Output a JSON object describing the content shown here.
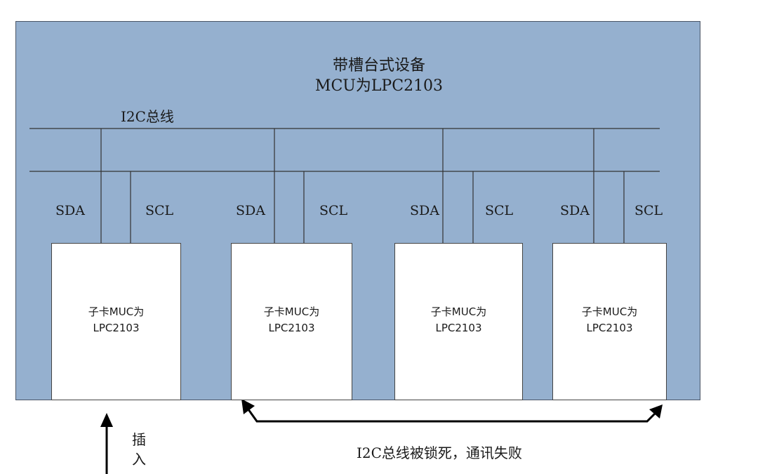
{
  "device": {
    "title_line1": "带槽台式设备",
    "title_line2": "MCU为LPC2103"
  },
  "bus": {
    "label": "I2C总线"
  },
  "pins": {
    "sda": "SDA",
    "scl": "SCL"
  },
  "cards": [
    {
      "line1": "子卡MUC为",
      "line2": "LPC2103"
    },
    {
      "line1": "子卡MUC为",
      "line2": "LPC2103"
    },
    {
      "line1": "子卡MUC为",
      "line2": "LPC2103"
    },
    {
      "line1": "子卡MUC为",
      "line2": "LPC2103"
    }
  ],
  "insert": {
    "char1": "插",
    "char2": "入"
  },
  "lock_note": "I2C总线被锁死，通讯失败",
  "colors": {
    "device_fill": "#95b0cf",
    "card_fill": "#ffffff",
    "line": "#333333"
  }
}
